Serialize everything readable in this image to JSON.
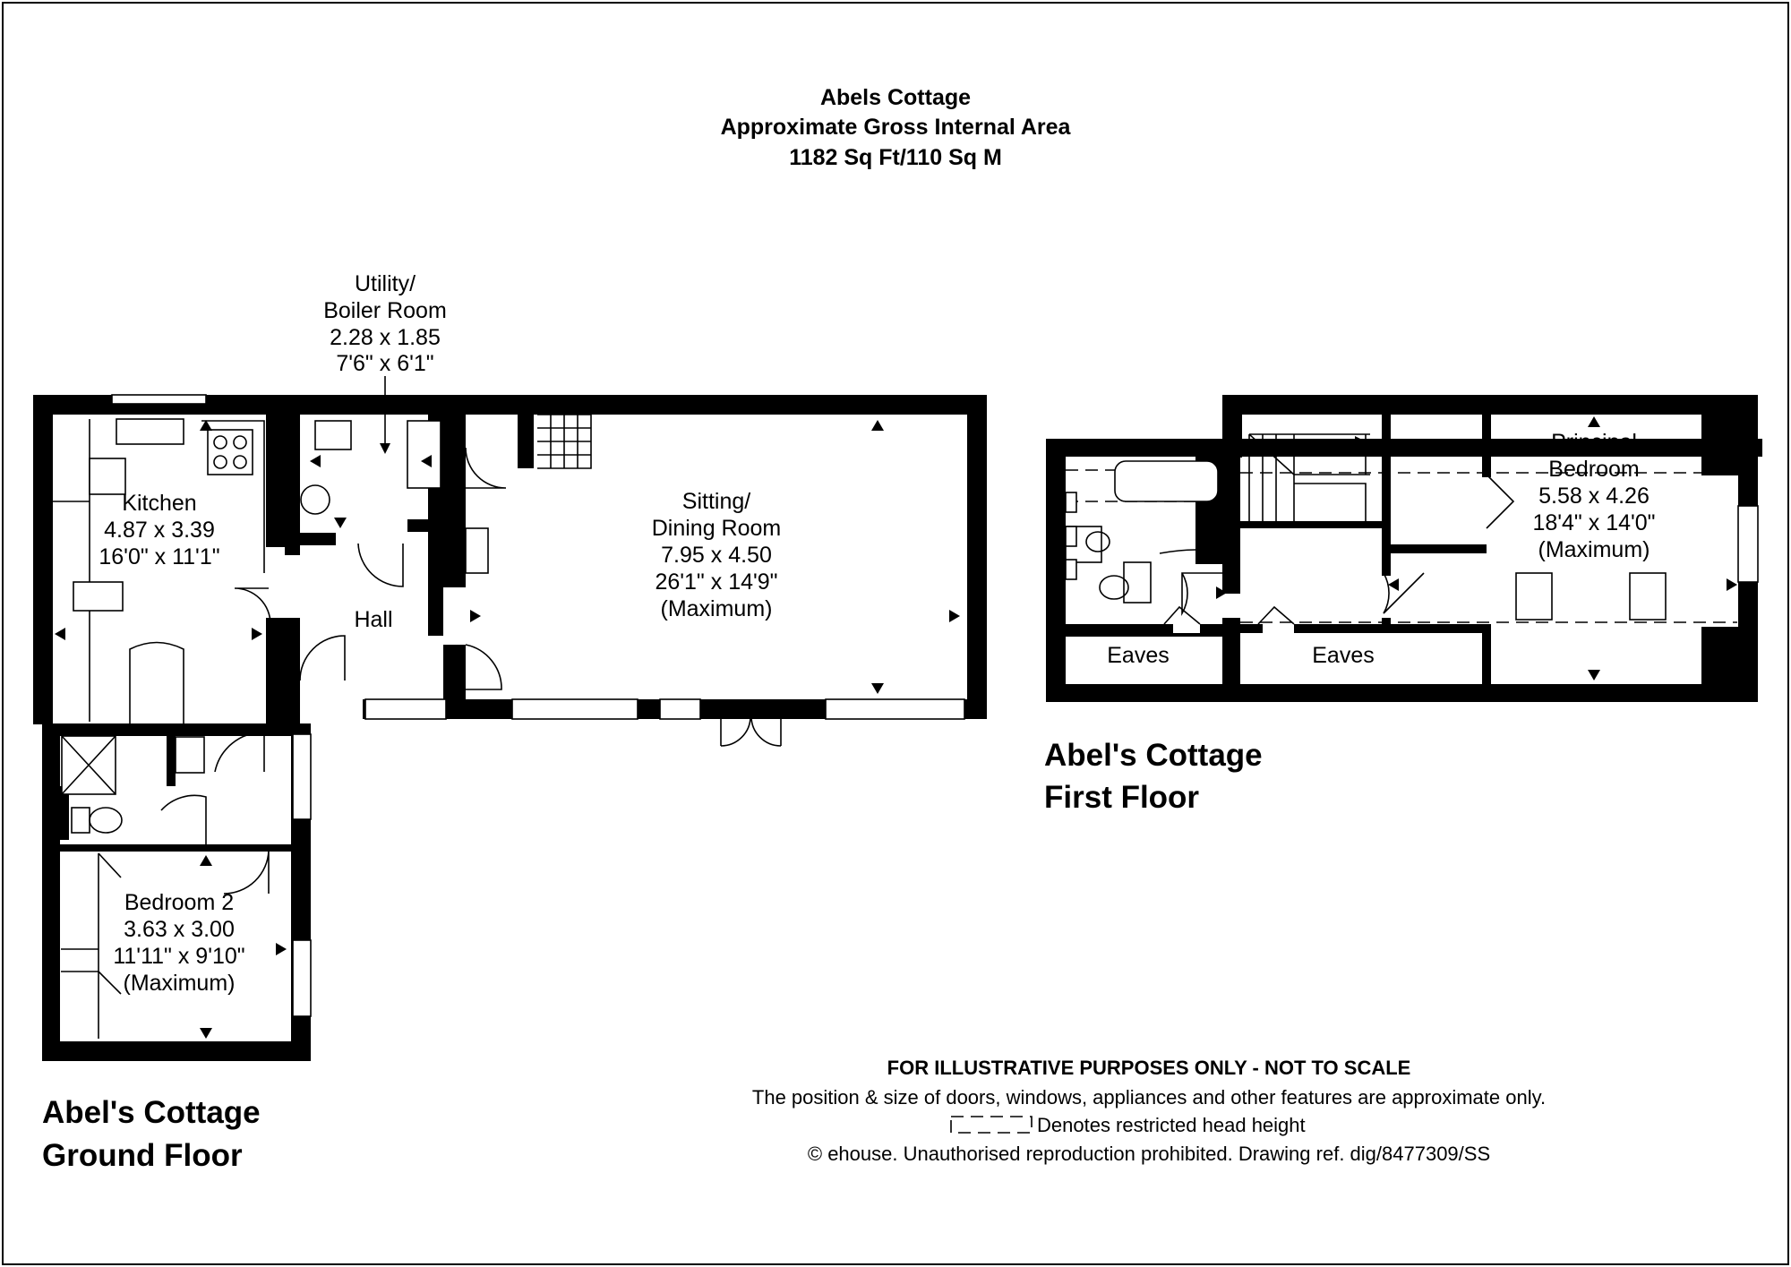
{
  "header": {
    "title": "Abels Cottage",
    "area_label": "Approximate Gross Internal Area",
    "area_value": "1182 Sq Ft/110 Sq M"
  },
  "rooms": {
    "utility": {
      "line1": "Utility/",
      "line2": "Boiler Room",
      "metric": "2.28 x 1.85",
      "imperial": "7'6\" x 6'1\""
    },
    "kitchen": {
      "name": "Kitchen",
      "metric": "4.87 x 3.39",
      "imperial": "16'0\" x 11'1\""
    },
    "hall": {
      "name": "Hall"
    },
    "sitting": {
      "line1": "Sitting/",
      "line2": "Dining Room",
      "metric": "7.95 x 4.50",
      "imperial": "26'1\" x 14'9\"",
      "note": "(Maximum)"
    },
    "bedroom2": {
      "name": "Bedroom 2",
      "metric": "3.63 x 3.00",
      "imperial": "11'11\" x 9'10\"",
      "note": "(Maximum)"
    },
    "principal": {
      "line1": "Principal",
      "line2": "Bedroom",
      "metric": "5.58 x 4.26",
      "imperial": "18'4\" x 14'0\"",
      "note": "(Maximum)"
    },
    "eaves_left": {
      "name": "Eaves"
    },
    "eaves_mid": {
      "name": "Eaves"
    }
  },
  "floors": {
    "ground": {
      "line1": "Abel's Cottage",
      "line2": "Ground Floor"
    },
    "first": {
      "line1": "Abel's Cottage",
      "line2": "First Floor"
    }
  },
  "footer": {
    "disclaimer": "FOR ILLUSTRATIVE PURPOSES ONLY - NOT TO SCALE",
    "position_note": "The position & size of doors, windows, appliances and other features are approximate only.",
    "legend": "Denotes restricted head height",
    "copyright": "© ehouse. Unauthorised reproduction prohibited. Drawing ref. dig/8477309/SS"
  }
}
